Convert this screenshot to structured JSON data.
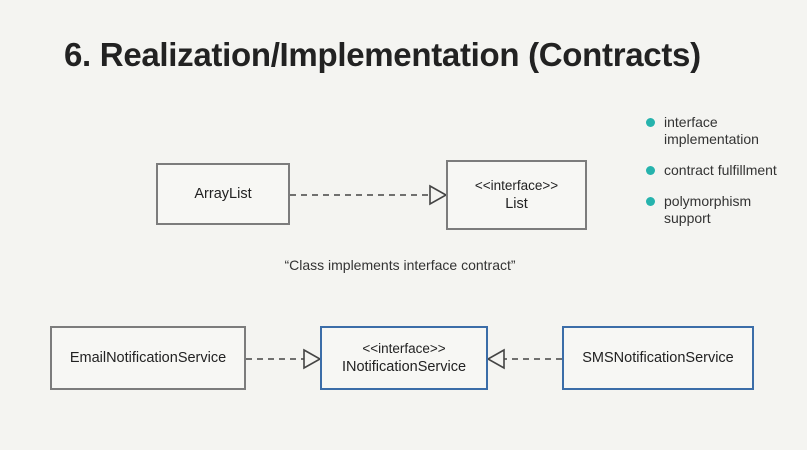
{
  "title": "6. Realization/Implementation (Contracts)",
  "bullets": [
    {
      "text": "interface implementation"
    },
    {
      "text": "contract fulfillment"
    },
    {
      "text": "polymorphism support"
    }
  ],
  "diagram1": {
    "class_box": {
      "label": "ArrayList"
    },
    "interface_box": {
      "stereotype": "<<interface>>",
      "label": "List"
    },
    "caption": "“Class implements interface contract”"
  },
  "diagram2": {
    "left_box": {
      "label": "EmailNotificationService"
    },
    "center_box": {
      "stereotype": "<<interface>>",
      "label": "INotificationService"
    },
    "right_box": {
      "label": "SMSNotificationService"
    }
  },
  "colors": {
    "accent_dot": "#26b3ad",
    "interface_border": "#3b6da8",
    "box_border": "#7c7c7c"
  }
}
